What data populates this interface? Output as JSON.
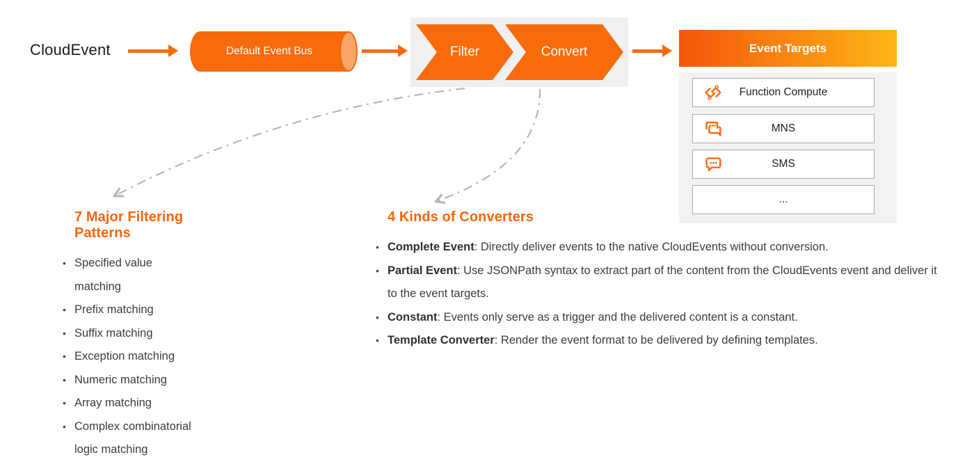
{
  "flow": {
    "source_label": "CloudEvent",
    "event_bus_label": "Default Event Bus",
    "filter_label": "Filter",
    "convert_label": "Convert",
    "targets_header": "Event Targets",
    "targets": [
      {
        "icon": "function-compute-icon",
        "label": "Function Compute"
      },
      {
        "icon": "mns-icon",
        "label": "MNS"
      },
      {
        "icon": "sms-icon",
        "label": "SMS"
      },
      {
        "icon": "ellipsis",
        "label": "..."
      }
    ]
  },
  "filtering": {
    "title": "7 Major Filtering Patterns",
    "items": [
      "Specified value\nmatching",
      "Prefix matching",
      "Suffix matching",
      "Exception matching",
      "Numeric matching",
      "Array matching",
      "Complex combinatorial\nlogic matching"
    ]
  },
  "converters": {
    "title": "4 Kinds of Converters",
    "items": [
      {
        "term": "Complete Event",
        "desc": ": Directly deliver events to the native CloudEvents without conversion."
      },
      {
        "term": "Partial Event",
        "desc": ": Use JSONPath syntax to extract part of the content from the CloudEvents event and deliver it to the event targets."
      },
      {
        "term": "Constant",
        "desc": ": Events only serve as a trigger and the delivered content is a constant."
      },
      {
        "term": "Template Converter",
        "desc": ": Render the event format to be delivered by defining templates."
      }
    ]
  },
  "colors": {
    "accent": "#f76b0c",
    "header_gradient_start": "#f4570a",
    "header_gradient_end": "#fdb517",
    "process_box_gray": "#f0f0f0",
    "panel_gray": "#f2f2f2",
    "dashed_line_gray": "#b7b7b7",
    "body_text": "#3c3c3c",
    "title_orange": "#f7650c"
  }
}
